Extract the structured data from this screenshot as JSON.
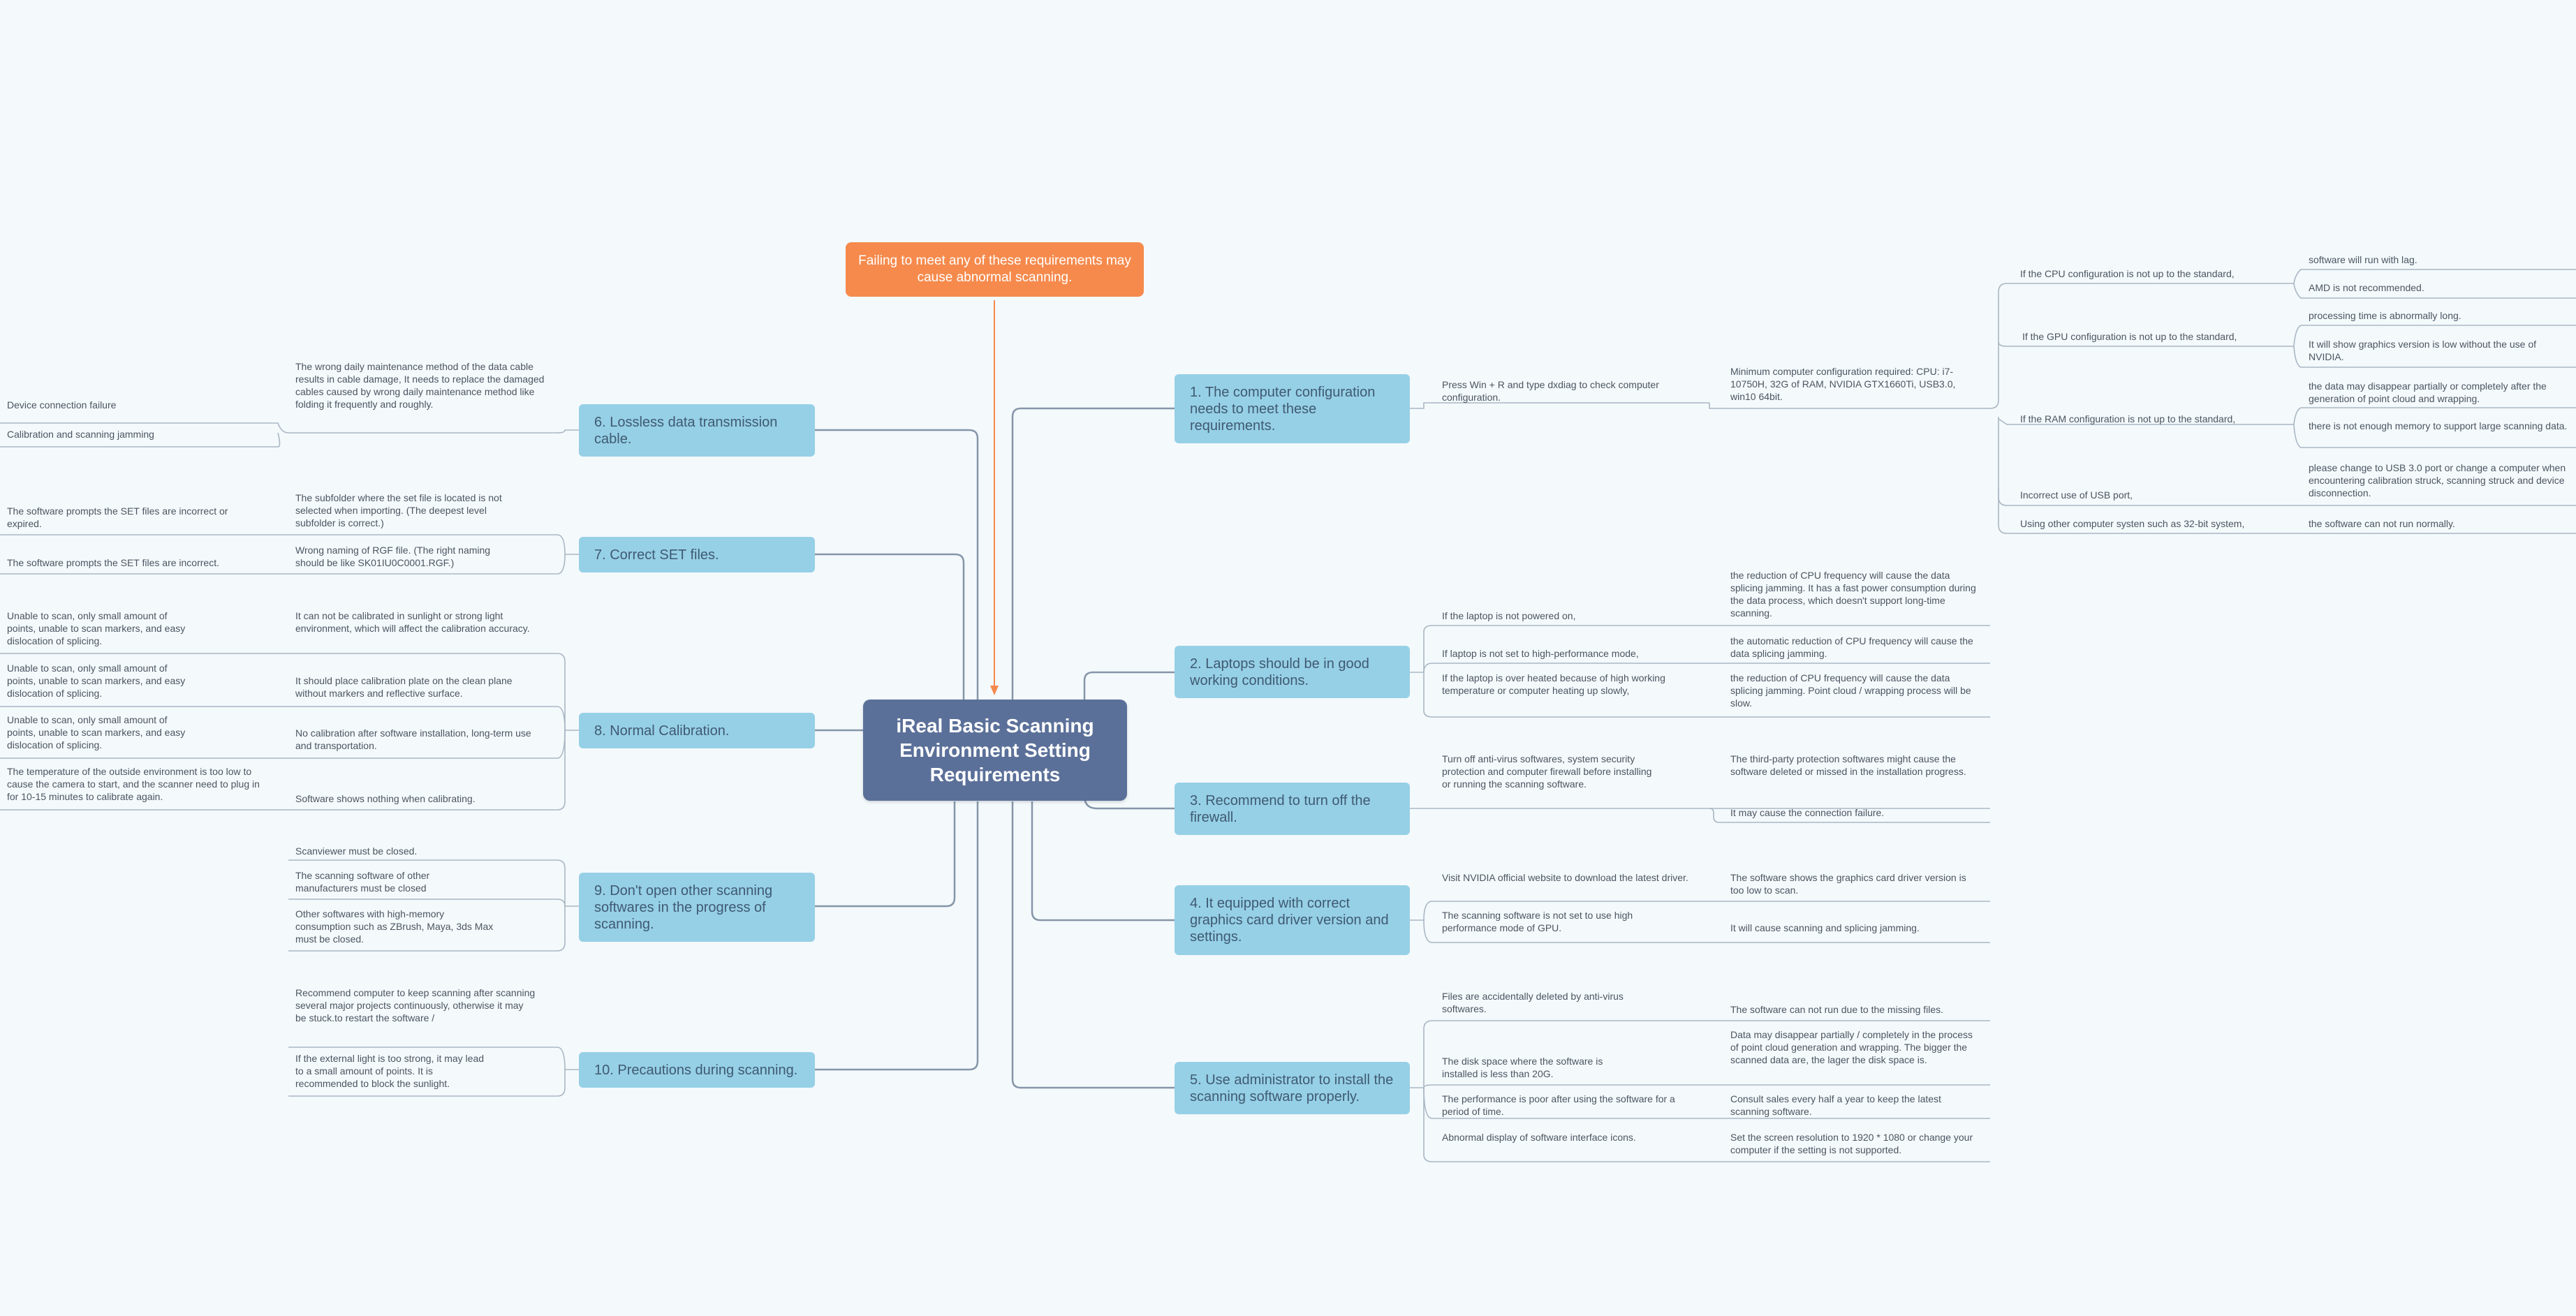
{
  "central": "iReal Basic Scanning Environment Setting Requirements",
  "warning": "Failing to meet any of these requirements may cause abnormal scanning.",
  "right": {
    "b1": {
      "title": "1. The computer configuration needs to meet these requirements.",
      "step": "Press Win + R and type dxdiag to check computer configuration.",
      "minconfig": "Minimum computer configuration required: CPU: i7-10750H,   32G of  RAM,   NVIDIA  GTX1660Ti,  USB3.0,   win10 64bit.",
      "cpu": "If the CPU configuration is not up to the standard,",
      "cpu_r1": "software will run with lag.",
      "cpu_r2": "AMD is not recommended.",
      "gpu": "If the GPU configuration is not up to  the standard,",
      "gpu_r1": "processing time is abnormally long.",
      "gpu_r2": "It will show graphics version is low without the use of NVIDIA.",
      "ram": "If the RAM configuration is not up to the standard,",
      "ram_r1": "the data may disappear partially or completely after the generation of point cloud  and wrapping.",
      "ram_r2": "there is not enough memory to support large scanning data.",
      "usb": "Incorrect use of USB port,",
      "usb_r": "please change to USB 3.0 port or change a computer when encountering calibration struck, scanning struck and device disconnection.",
      "sys": "Using other computer systen such as 32-bit system,",
      "sys_r": "the software can not run normally."
    },
    "b2": {
      "title": "2. Laptops should be in good working conditions.",
      "c1": "If the laptop is not powered on,",
      "c1_r": "the reduction of CPU frequency will cause the data splicing jamming. It has a fast power consumption during the data process, which doesn't support long-time scanning.",
      "c2": "If laptop is not set to high-performance mode,",
      "c2_r": "the automatic reduction of CPU frequency will cause the data splicing jamming.",
      "c3": "If the laptop is over heated because of high working temperature or computer heating up slowly,",
      "c3_r": "the reduction of CPU frequency will cause the data splicing jamming. Point cloud / wrapping process will be slow."
    },
    "b3": {
      "title": "3. Recommend to turn off the firewall.",
      "c1": "Turn off anti-virus softwares, system security protection and computer firewall before installing or running the scanning software.",
      "r1": "The third-party protection softwares might cause the software deleted or missed in the installation progress.",
      "r2": "It may cause the connection failure."
    },
    "b4": {
      "title": "4. It equipped with correct graphics card driver version and settings.",
      "c1": "Visit NVIDIA official website to download the latest driver.",
      "r1": "The software shows the graphics card driver version is too low to scan.",
      "c2": "The scanning software is not set to use high performance mode of GPU.",
      "r2": "It will cause scanning and splicing jamming."
    },
    "b5": {
      "title": "5. Use administrator to install the scanning software properly.",
      "c1": "Files are accidentally deleted by anti-virus softwares.",
      "r1": "The software can not run due to the missing files.",
      "c2": "The disk space where the software is installed is less than 20G.",
      "r2": "Data may disappear partially / completely in the process of point cloud generation and wrapping. The bigger the scanned data are, the lager the disk space is.",
      "c3": "The performance is poor after using the software for a period of time.",
      "r3": "Consult sales every half a year to keep the latest scanning software.",
      "c4": "Abnormal display of software interface icons.",
      "r4": "Set the screen resolution to 1920 * 1080 or change your computer  if the setting is not supported."
    }
  },
  "left": {
    "b6": {
      "title": "6. Lossless data transmission cable.",
      "c1": "The wrong daily maintenance method of the data cable results in cable damage,  It needs to replace the damaged cables caused by wrong daily maintenance method like folding it frequently and roughly.",
      "r1": "Device connection failure",
      "r2": "Calibration and scanning  jamming"
    },
    "b7": {
      "title": "7. Correct SET files.",
      "c1": "The subfolder where the set file is located is not selected when importing. (The deepest level subfolder is correct.)",
      "r1": "The software prompts the SET files are incorrect or expired.",
      "c2": "Wrong naming of RGF file. (The right naming should be like SK01IU0C0001.RGF.)",
      "r2": "The software prompts the SET files are incorrect."
    },
    "b8": {
      "title": "8. Normal Calibration.",
      "c1": "It can not be calibrated in sunlight or strong light environment, which will affect the calibration accuracy.",
      "r1": "Unable to scan, only small amount of points, unable to scan markers, and easy dislocation of splicing.",
      "c2": "It should place calibration plate on the clean plane without markers and reflective surface.",
      "r2": "Unable to scan, only small amount of points, unable to scan markers, and easy dislocation of splicing.",
      "c3": "No calibration after software installation, long-term use and transportation.",
      "r3": "Unable to scan, only small amount of points, unable to scan markers, and easy dislocation of splicing.",
      "c4": "Software shows nothing when calibrating.",
      "r4": "The temperature of the outside environment is too low to cause the camera to start, and the scanner need to plug in for 10-15 minutes to calibrate again."
    },
    "b9": {
      "title": "9. Don't open other scanning softwares in the progress of scanning.",
      "c1": "Scanviewer must be closed.",
      "c2": "The scanning software of other manufacturers must be closed",
      "c3": "Other softwares with high-memory consumption such as ZBrush, Maya, 3ds Max must be closed."
    },
    "b10": {
      "title": "10. Precautions during scanning.",
      "c1": "Recommend computer to keep scanning after scanning several major projects continuously, otherwise it may be stuck.to restart the software /",
      "c2": "If the external light is too strong, it may lead to a small amount of points. It is recommended to block the sunlight."
    }
  },
  "colors": {
    "central": "#5b7099",
    "branch": "#96d0e6",
    "warning": "#f68a4c",
    "line": "#8596a8",
    "arrow": "#f68a4c"
  }
}
